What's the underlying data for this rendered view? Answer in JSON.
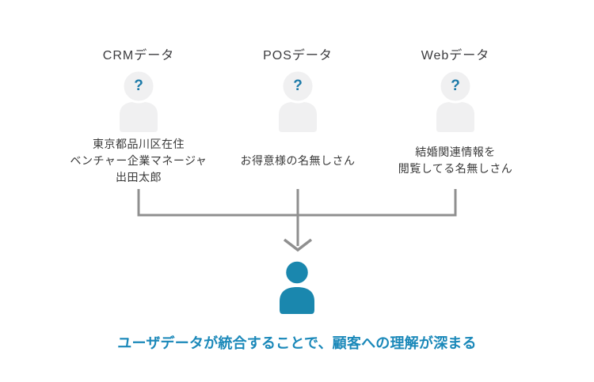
{
  "sources": [
    {
      "label": "CRMデータ",
      "placeholder_mark": "?",
      "lines": [
        "東京都品川区在住",
        "ベンチャー企業マネージャ",
        "出田太郎"
      ]
    },
    {
      "label": "POSデータ",
      "placeholder_mark": "?",
      "lines": [
        "お得意様の名無しさん"
      ]
    },
    {
      "label": "Webデータ",
      "placeholder_mark": "?",
      "lines": [
        "結婚関連情報を",
        "閲覧してる名無しさん"
      ]
    }
  ],
  "caption": "ユーザデータが統合することで、顧客への理解が深まる",
  "colors": {
    "accent_teal": "#1a87ae",
    "caption_teal": "#1a88b9",
    "question_blue": "#1e7ba9",
    "figure_gray": "#f0f0f1",
    "connector_gray": "#8f8f8f",
    "text_dark": "#3a3a3a"
  }
}
